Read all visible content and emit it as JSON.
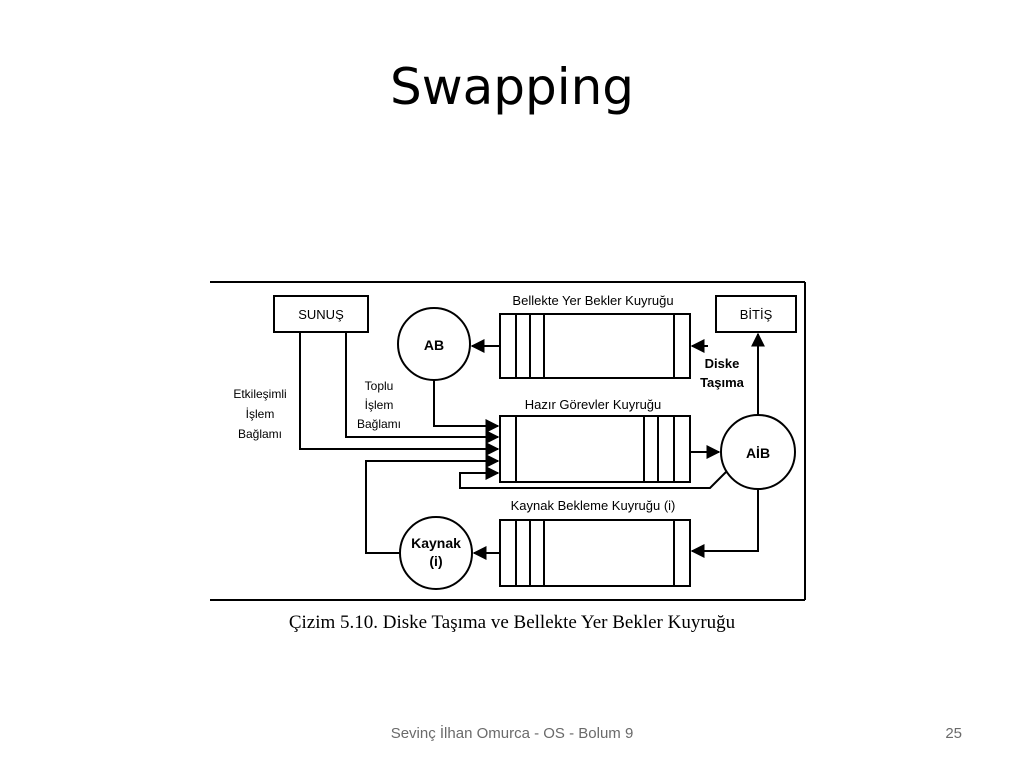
{
  "slide": {
    "title": "Swapping",
    "caption": "Çizim 5.10. Diske Taşıma ve Bellekte Yer Bekler Kuyruğu",
    "footer": "Sevinç İlhan Omurca - OS - Bolum 9",
    "page_number": "25"
  },
  "diagram": {
    "sunus": "SUNUŞ",
    "bitis": "BİTİŞ",
    "ab": "AB",
    "aib": "AİB",
    "kaynak_line1": "Kaynak",
    "kaynak_line2": "(i)",
    "bellekte_queue": "Bellekte Yer Bekler Kuyruğu",
    "hazir_queue": "Hazır Görevler Kuyruğu",
    "kaynak_queue": "Kaynak Bekleme Kuyruğu (i)",
    "etkilesimli": [
      "Etkileşimli",
      "İşlem",
      "Bağlamı"
    ],
    "toplu": [
      "Toplu",
      "İşlem",
      "Bağlamı"
    ],
    "diske": [
      "Diske",
      "Taşıma"
    ]
  }
}
